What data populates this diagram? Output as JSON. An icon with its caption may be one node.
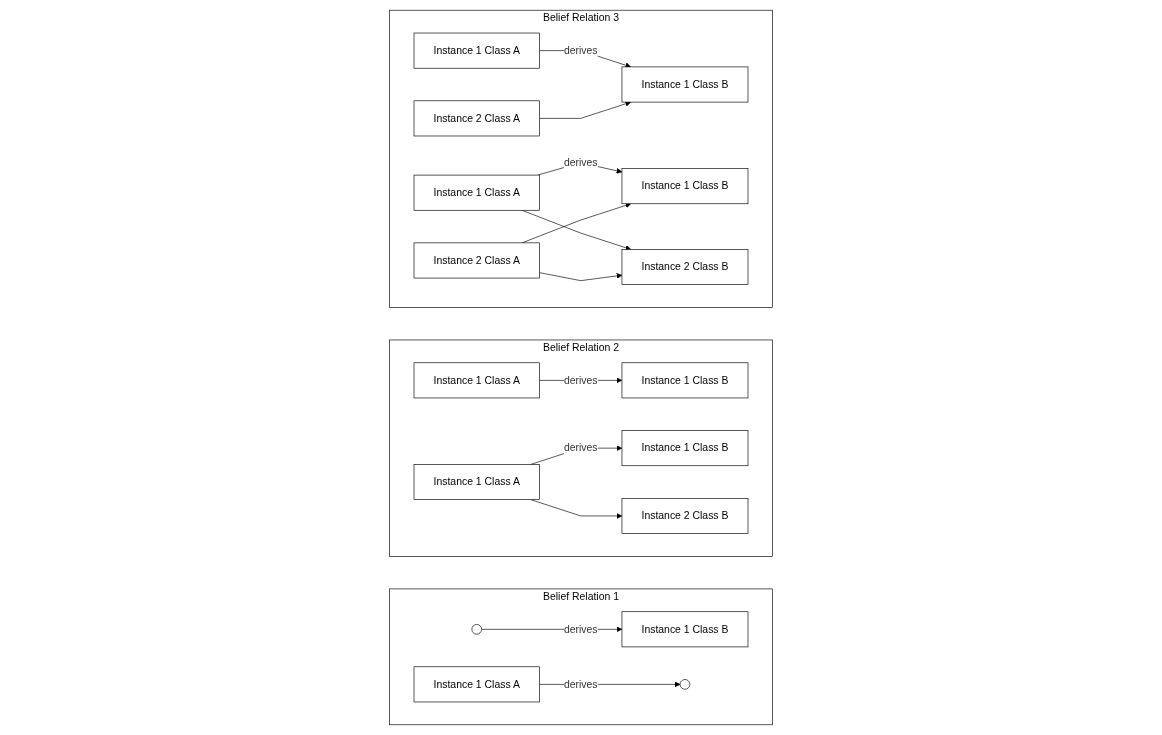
{
  "diagram": {
    "nodes": [
      {
        "text": [
          "Belief Relation 1"
        ]
      },
      {
        "text": [],
        "shape": "circle",
        "in": 0
      },
      {
        "text": [
          "Instance 1 Class B"
        ],
        "in": 0
      },
      {
        "text": [
          "Instance 1 Class A"
        ],
        "in": 0
      },
      {
        "text": [],
        "shape": "circle",
        "in": 0
      },
      {
        "text": [
          "Belief Relation 2"
        ]
      },
      {
        "text": [
          "Instance 1 Class A"
        ],
        "in": 5
      },
      {
        "text": [
          "Instance 1 Class B"
        ],
        "in": 5
      },
      {
        "text": [
          "Instance 1 Class A"
        ],
        "in": 5
      },
      {
        "text": [
          "Instance 1 Class B"
        ],
        "in": 5
      },
      {
        "text": [
          "Instance 2 Class B"
        ],
        "in": 5
      },
      {
        "text": [
          "Belief Relation 3"
        ]
      },
      {
        "text": [
          "Instance 1 Class A"
        ],
        "in": 11
      },
      {
        "text": [
          "Instance 1 Class B"
        ],
        "in": 11
      },
      {
        "text": [
          "Instance 1 Class A"
        ],
        "in": 11
      },
      {
        "text": [
          "Instance 1 Class B"
        ],
        "in": 11
      },
      {
        "text": [
          "Instance 2 Class A"
        ],
        "in": 11
      },
      {
        "text": [
          "Instance 2 Class A"
        ],
        "in": 11
      },
      {
        "text": [
          "Instance 2 Class B"
        ],
        "in": 11
      }
    ],
    "edges": [
      {
        "from": 1,
        "to": 2,
        "arrow": "to",
        "label": "derives"
      },
      {
        "from": 3,
        "to": 4,
        "arrow": "to",
        "label": "derives"
      },
      {
        "from": 6,
        "to": 7,
        "arrow": "to",
        "label": "derives"
      },
      {
        "from": 8,
        "to": 9,
        "arrow": "to",
        "label": "derives"
      },
      {
        "from": 8,
        "to": 10,
        "arrow": "to"
      },
      {
        "from": 12,
        "to": 13,
        "arrow": "to",
        "label": "derives"
      },
      {
        "from": 16,
        "to": 13,
        "arrow": "to"
      },
      {
        "from": 14,
        "to": 15,
        "arrow": "to",
        "label": "derives"
      },
      {
        "from": 14,
        "to": 18,
        "arrow": "to"
      },
      {
        "from": 17,
        "to": 15,
        "arrow": "to"
      },
      {
        "from": 17,
        "to": 18,
        "arrow": "to"
      }
    ]
  }
}
